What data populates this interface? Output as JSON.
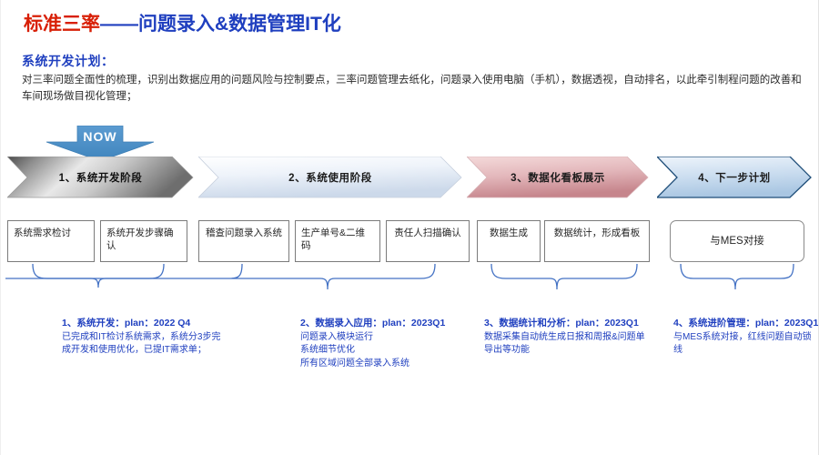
{
  "title": {
    "red_part": "标准三率",
    "blue_part": "——问题录入&数据管理IT化"
  },
  "intro": {
    "heading": "系统开发计划：",
    "paragraph": "对三率问题全面性的梳理，识别出数据应用的问题风险与控制要点，三率问题管理去纸化，问题录入使用电脑（手机），数据透视，自动排名，以此牵引制程问题的改善和车间现场做目视化管理；"
  },
  "now_marker": {
    "label": "NOW",
    "color": "#4a90c8"
  },
  "phases": [
    {
      "label": "1、系统开发阶段",
      "style": "gray"
    },
    {
      "label": "2、系统使用阶段",
      "style": "lightblue"
    },
    {
      "label": "3、数据化看板展示",
      "style": "red"
    },
    {
      "label": "4、下一步计划",
      "style": "blue-outline"
    }
  ],
  "step_boxes": [
    {
      "text": "系统需求检讨",
      "align": "left",
      "shape": "rect"
    },
    {
      "text": "系统开发步骤确认",
      "align": "left",
      "shape": "rect"
    },
    {
      "text": "稽查问题录入系统",
      "align": "center",
      "shape": "rect"
    },
    {
      "text": "生产单号&二维码",
      "align": "left",
      "shape": "rect"
    },
    {
      "text": "责任人扫描确认",
      "align": "center",
      "shape": "rect"
    },
    {
      "text": "数据生成",
      "align": "center",
      "shape": "rect"
    },
    {
      "text": "数据统计，形成看板",
      "align": "center",
      "shape": "rect"
    },
    {
      "text": "与MES对接",
      "align": "center",
      "shape": "rounded"
    }
  ],
  "plans": [
    {
      "head": "1、系统开发：plan：2022 Q4",
      "lines": [
        "已完成和IT检讨系统需求，系统分3步完",
        "成开发和使用优化，已提IT需求单；"
      ]
    },
    {
      "head": "2、数据录入应用：plan：2023Q1",
      "lines": [
        "问题录入模块运行",
        "系统细节优化",
        "所有区域问题全部录入系统"
      ]
    },
    {
      "head": "3、数据统计和分析：plan：2023Q1",
      "lines": [
        "数据采集自动统生成日报和周报&问题单",
        "导出等功能"
      ]
    },
    {
      "head": "4、系统进阶管理：plan：2023Q1",
      "lines": [
        "与MES系统对接，红线问题自动锁",
        "线"
      ]
    }
  ],
  "colors": {
    "title_red": "#d81f06",
    "title_blue": "#1f3fbf",
    "plan_blue": "#1f3fbf",
    "brace_blue": "#4472c4",
    "phase_red": "#c98f93",
    "phase_blue_outline": "#1f4e79",
    "box_border": "#7b7b7b"
  }
}
